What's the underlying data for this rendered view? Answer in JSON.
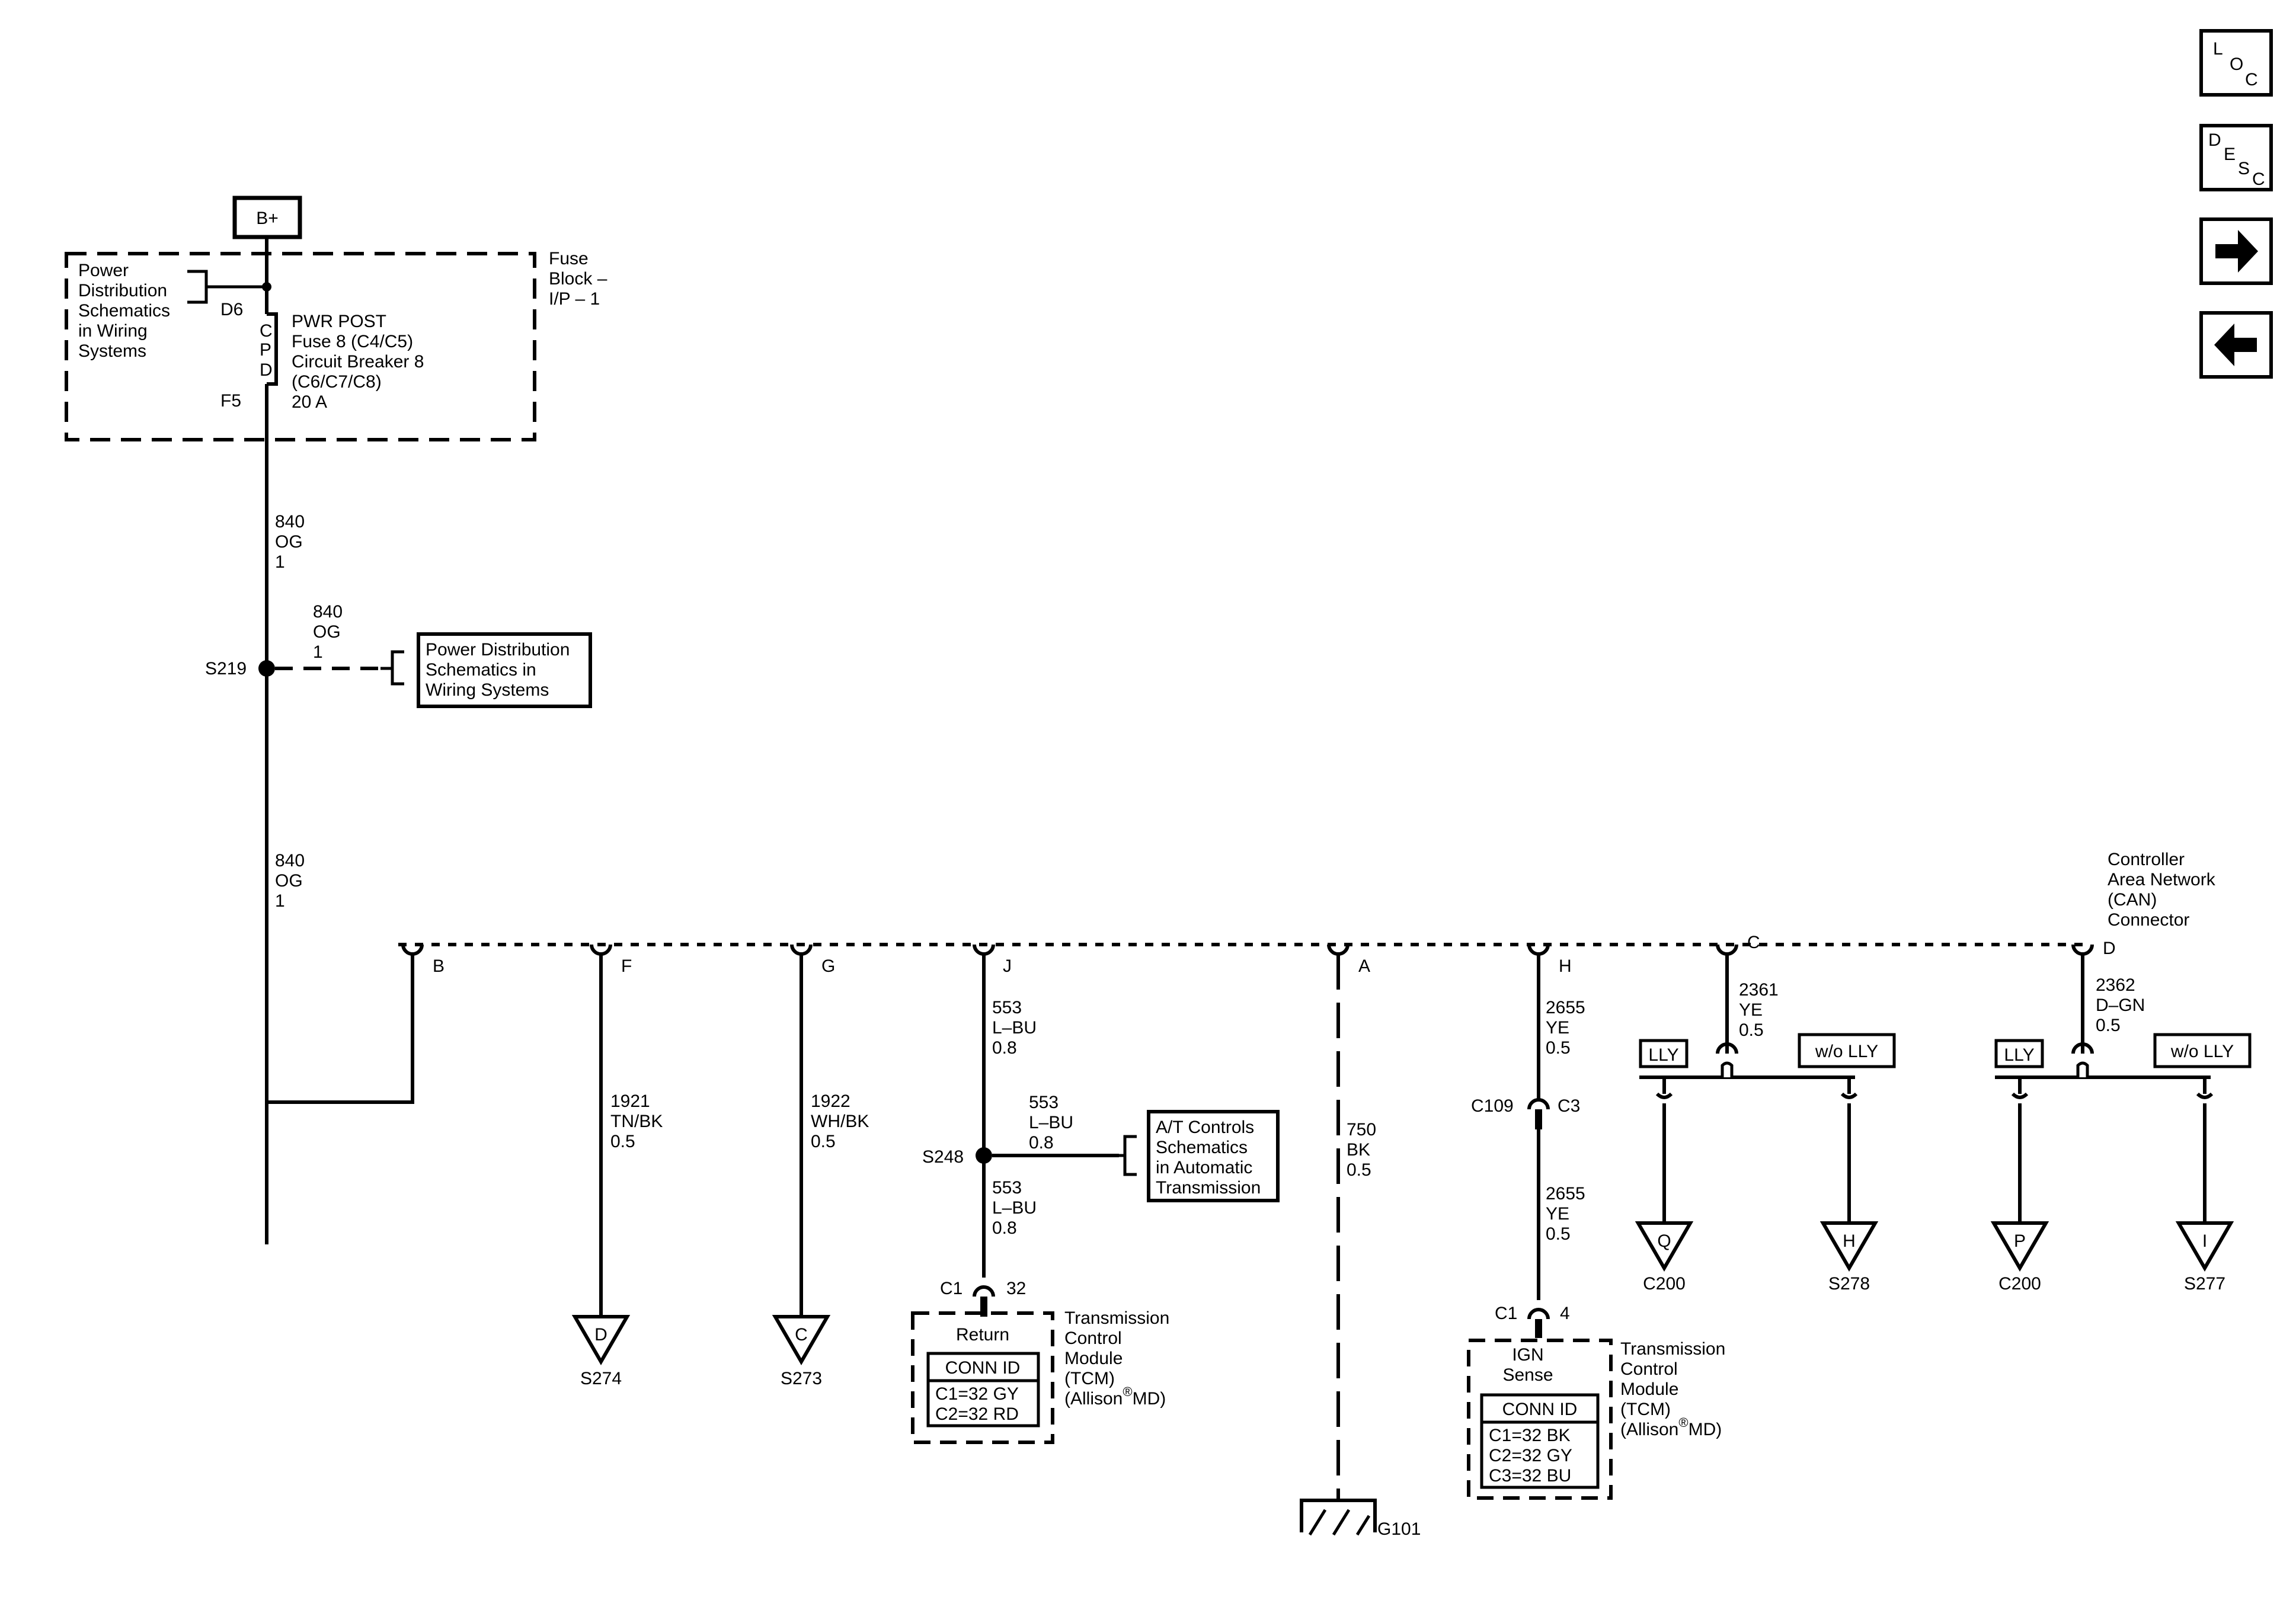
{
  "nav": {
    "loc": [
      "L",
      "O",
      "C"
    ],
    "desc": [
      "D",
      "E",
      "S",
      "C"
    ],
    "next_icon": "arrow-right-icon",
    "prev_icon": "arrow-left-icon"
  },
  "power": {
    "label": "B+"
  },
  "fuse_block": {
    "title": [
      "Fuse",
      "Block –",
      "I/P – 1"
    ],
    "pd_ref": [
      "Power",
      "Distribution",
      "Schematics",
      "in Wiring",
      "Systems"
    ],
    "cpd": [
      "C",
      "P",
      "D"
    ],
    "pin_top": "D6",
    "pin_bottom": "F5",
    "desc": [
      "PWR POST",
      "Fuse 8 (C4/C5)",
      "Circuit Breaker 8",
      "(C6/C7/C8)",
      "20 A"
    ]
  },
  "wires": {
    "w840a": [
      "840",
      "OG",
      "1"
    ],
    "w840b": [
      "840",
      "OG",
      "1"
    ],
    "w840c": [
      "840",
      "OG",
      "1"
    ],
    "w1921": [
      "1921",
      "TN/BK",
      "0.5"
    ],
    "w1922": [
      "1922",
      "WH/BK",
      "0.5"
    ],
    "w553a": [
      "553",
      "L–BU",
      "0.8"
    ],
    "w553b": [
      "553",
      "L–BU",
      "0.8"
    ],
    "w553c": [
      "553",
      "L–BU",
      "0.8"
    ],
    "w750": [
      "750",
      "BK",
      "0.5"
    ],
    "w2655a": [
      "2655",
      "YE",
      "0.5"
    ],
    "w2655b": [
      "2655",
      "YE",
      "0.5"
    ],
    "w2361": [
      "2361",
      "YE",
      "0.5"
    ],
    "w2362": [
      "2362",
      "D–GN",
      "0.5"
    ]
  },
  "splices": {
    "s219": "S219",
    "s248": "S248"
  },
  "refs": {
    "s219_ref": [
      "Power Distribution",
      "Schematics in",
      "Wiring  Systems"
    ],
    "s248_ref": [
      "A/T Controls",
      "Schematics",
      "in Automatic",
      "Transmission"
    ]
  },
  "can": {
    "title": [
      "Controller",
      "Area Network",
      "(CAN)",
      "Connector"
    ],
    "pins": [
      "B",
      "F",
      "G",
      "J",
      "A",
      "H",
      "C",
      "D"
    ]
  },
  "offpage": {
    "d_s274": {
      "letter": "D",
      "label": "S274"
    },
    "c_s273": {
      "letter": "C",
      "label": "S273"
    },
    "q_c200": {
      "letter": "Q",
      "label": "C200"
    },
    "h_s278": {
      "letter": "H",
      "label": "S278"
    },
    "p_c200": {
      "letter": "P",
      "label": "C200"
    },
    "i_s277": {
      "letter": "I",
      "label": "S277"
    }
  },
  "options": {
    "lly": "LLY",
    "wo_lly": "w/o LLY"
  },
  "connectors": {
    "c1_left": {
      "conn": "C1",
      "pin": "32"
    },
    "c109": {
      "conn": "C109",
      "pin": "C3"
    },
    "c1_right": {
      "conn": "C1",
      "pin": "4"
    }
  },
  "tcm_left": {
    "function": "Return",
    "conn_id": "CONN ID",
    "rows": [
      "C1=32 GY",
      "C2=32 RD"
    ],
    "title": [
      "Transmission",
      "Control",
      "Module",
      "(TCM)"
    ],
    "allison": "(Allison",
    "reg": "®",
    "md": "MD)"
  },
  "tcm_right": {
    "function": [
      "IGN",
      "Sense"
    ],
    "conn_id": "CONN ID",
    "rows": [
      "C1=32 BK",
      "C2=32 GY",
      "C3=32 BU"
    ],
    "title": [
      "Transmission",
      "Control",
      "Module",
      "(TCM)"
    ],
    "allison": "(Allison",
    "reg": "®",
    "md": "MD)"
  },
  "ground": {
    "label": "G101"
  }
}
